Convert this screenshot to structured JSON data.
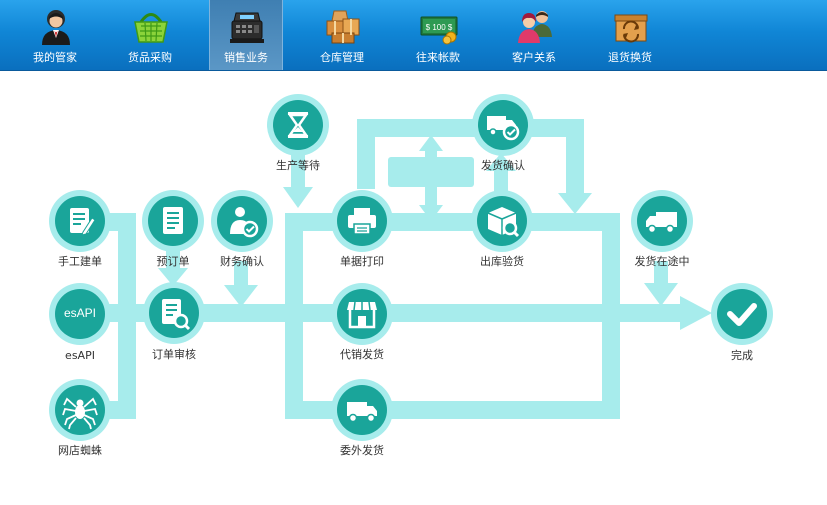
{
  "toolbar": {
    "tabs": [
      {
        "label": "我的管家",
        "icon": "butler-avatar-icon"
      },
      {
        "label": "货品采购",
        "icon": "shopping-basket-icon"
      },
      {
        "label": "销售业务",
        "icon": "cash-register-icon",
        "active": true
      },
      {
        "label": "仓库管理",
        "icon": "boxes-icon"
      },
      {
        "label": "往来帐款",
        "icon": "cash-notes-icon",
        "money_text": "$ 100 $"
      },
      {
        "label": "客户关系",
        "icon": "people-icon"
      },
      {
        "label": "退货换货",
        "icon": "return-box-icon"
      }
    ]
  },
  "flow": {
    "nodes": {
      "manual": {
        "label": "手工建单",
        "icon": "manual-order-icon"
      },
      "esapi": {
        "label": "esAPI",
        "icon": "esapi-icon",
        "text": "esAPI"
      },
      "spider": {
        "label": "网店蜘蛛",
        "icon": "spider-icon"
      },
      "preorder": {
        "label": "预订单",
        "icon": "document-icon"
      },
      "review": {
        "label": "订单审核",
        "icon": "order-review-icon"
      },
      "finance": {
        "label": "财务确认",
        "icon": "finance-confirm-icon"
      },
      "waiting": {
        "label": "生产等待",
        "icon": "hourglass-icon"
      },
      "print": {
        "label": "单据打印",
        "icon": "printer-icon"
      },
      "consign": {
        "label": "代销发货",
        "icon": "storefront-icon"
      },
      "outsource": {
        "label": "委外发货",
        "icon": "truck-icon"
      },
      "shipconf": {
        "label": "发货确认",
        "icon": "truck-check-icon"
      },
      "outbound": {
        "label": "出库验货",
        "icon": "package-search-icon"
      },
      "transit": {
        "label": "发货在途中",
        "icon": "transit-truck-icon"
      },
      "done": {
        "label": "完成",
        "icon": "check-icon"
      }
    }
  },
  "colors": {
    "track": "#a7ecec",
    "node": "#1aa59a",
    "toolbar": "#1086d6"
  }
}
